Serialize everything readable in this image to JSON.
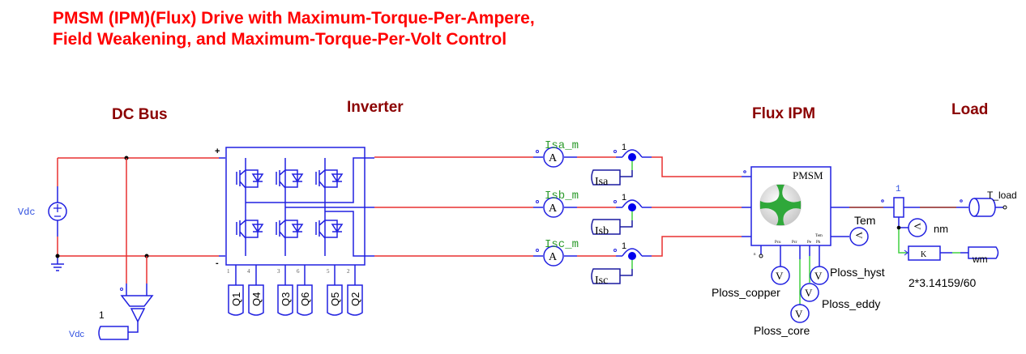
{
  "title": {
    "line1": "PMSM (IPM)(Flux) Drive with Maximum-Torque-Per-Ampere,",
    "line2": "Field Weakening, and Maximum-Torque-Per-Volt Control"
  },
  "sections": {
    "dc_bus": "DC Bus",
    "inverter": "Inverter",
    "flux_ipm": "Flux IPM",
    "load": "Load"
  },
  "dc_bus": {
    "source_label": "Vdc",
    "plus": "+",
    "minus": "-",
    "sensor_gain": "1",
    "sensor_output_label": "Vdc"
  },
  "inverter": {
    "plus": "+",
    "minus": "-",
    "gate_pins": [
      "1",
      "4",
      "3",
      "6",
      "5",
      "2"
    ],
    "gate_labels": [
      "Q1",
      "Q4",
      "Q3",
      "Q6",
      "Q5",
      "Q2"
    ]
  },
  "current_sensors": [
    {
      "ammeter_label": "Isa_m",
      "ammeter_symbol": "A",
      "gain": "1",
      "output_label": "Isa"
    },
    {
      "ammeter_label": "Isb_m",
      "ammeter_symbol": "A",
      "gain": "1",
      "output_label": "Isb"
    },
    {
      "ammeter_label": "Isc_m",
      "ammeter_symbol": "A",
      "gain": "1",
      "output_label": "Isc"
    }
  ],
  "machine": {
    "name": "PMSM",
    "pin_tem": "Tem",
    "pin_n": "n",
    "loss_pins": [
      "Pcu",
      "Pcr",
      "Pe",
      "Ph"
    ],
    "torque_meter": {
      "symbol": "V",
      "label": "Tem"
    },
    "loss_meters": [
      {
        "symbol": "V",
        "label": "Ploss_copper"
      },
      {
        "symbol": "V",
        "label": "Ploss_hyst"
      },
      {
        "symbol": "V",
        "label": "Ploss_eddy"
      },
      {
        "symbol": "V",
        "label": "Ploss_core"
      }
    ]
  },
  "load": {
    "speed_sensor_gain": "1",
    "speed_meter": {
      "symbol": "V",
      "label": "nm"
    },
    "load_label": "T_load",
    "gain_block": {
      "symbol": "K",
      "expression": "2*3.14159/60"
    },
    "output_label": "wm"
  },
  "colors": {
    "title": "#ff0000",
    "section": "#8b0000",
    "wire_power": "#e83030",
    "wire_component": "#2020e0",
    "wire_signal": "#40d040",
    "label_green": "#2a9a2a",
    "label_blue": "#3050e0"
  }
}
